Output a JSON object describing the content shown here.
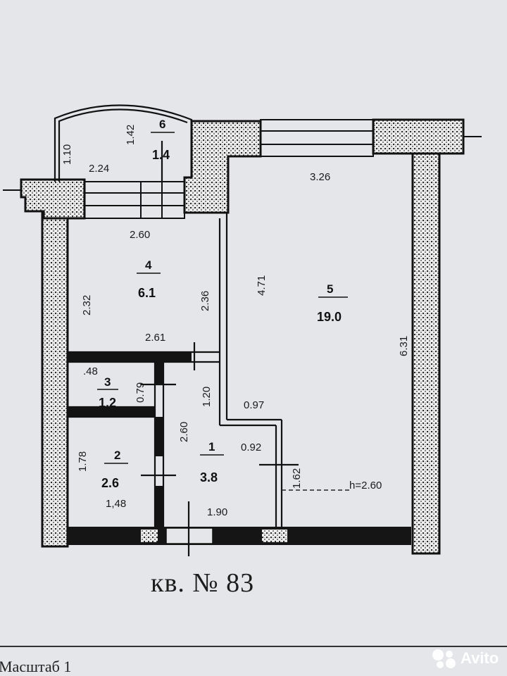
{
  "plan_title": "кв. № 83",
  "scale_label": "Масштаб 1",
  "watermark": "Avito",
  "rooms": [
    {
      "number": "1",
      "area": "3.8"
    },
    {
      "number": "2",
      "area": "2.6"
    },
    {
      "number": "3",
      "area": "1.2"
    },
    {
      "number": "4",
      "area": "6.1"
    },
    {
      "number": "5",
      "area": "19.0"
    },
    {
      "number": "6",
      "area": "1.4"
    }
  ],
  "dimensions": {
    "balcony_left": "1.10",
    "balcony_side": "1.42",
    "balcony_width": "2.24",
    "room5_width": "3.26",
    "room4_top": "2.60",
    "room4_left": "2.32",
    "room4_right": "2.36",
    "room4_bottom": "2.61",
    "room5_inner": "4.71",
    "room5_right": "6.31",
    "room3_width": ".48",
    "room3_height": "0.79",
    "hall_upper": "1.20",
    "hall_step": "0.97",
    "hall_left": "2.60",
    "hall_step2": "0.92",
    "hall_right": "1.62",
    "ceiling_height": "h=2.60",
    "room2_height": "1.78",
    "room2_width": "1,48",
    "hall_bottom": "1.90"
  },
  "colors": {
    "wall": "#111111",
    "line": "#1b1b1b",
    "paper": "#e4e6ea"
  }
}
